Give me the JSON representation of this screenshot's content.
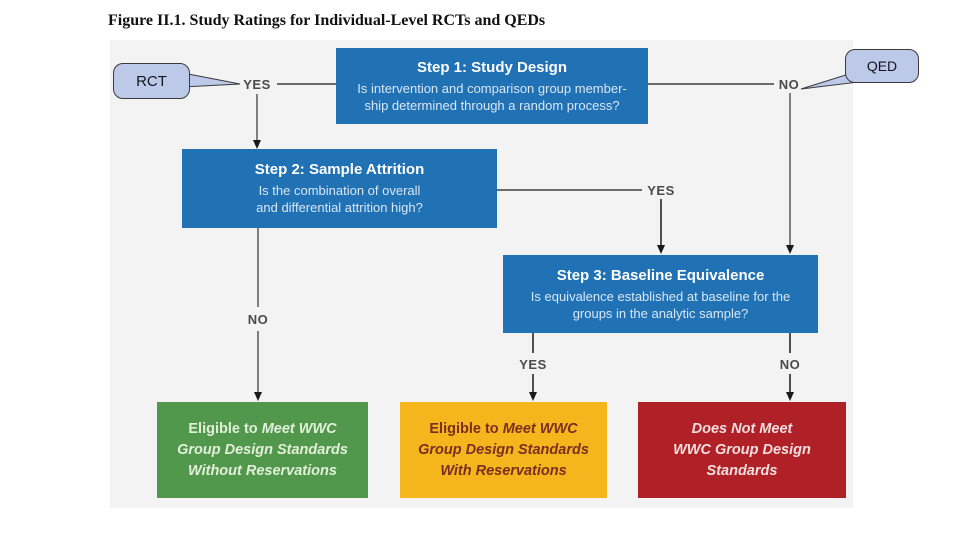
{
  "figure": {
    "title": "Figure II.1. Study Ratings for Individual-Level RCTs and QEDs"
  },
  "callouts": {
    "rct": "RCT",
    "qed": "QED"
  },
  "edge_labels": {
    "step1_yes": "YES",
    "step1_no": "NO",
    "step2_yes": "YES",
    "step2_no": "NO",
    "step3_yes": "YES",
    "step3_no": "NO"
  },
  "steps": [
    {
      "title": "Step 1: Study Design",
      "lines": [
        "Is intervention and comparison group member-",
        "ship determined through a random process?"
      ]
    },
    {
      "title": "Step 2: Sample Attrition",
      "lines": [
        "Is the combination of overall",
        "and differential attrition high?"
      ]
    },
    {
      "title": "Step 3: Baseline Equivalence",
      "lines": [
        "Is equivalence established at baseline for the",
        "groups in the analytic sample?"
      ]
    }
  ],
  "outcomes": {
    "without": {
      "prefix": "Eligible to",
      "line1_italic": "Meet WWC",
      "line2": "Group Design Standards",
      "line3": "Without Reservations"
    },
    "with": {
      "prefix": "Eligible to",
      "line1_italic": "Meet WWC",
      "line2": "Group Design Standards",
      "line3": "With Reservations"
    },
    "does_not": {
      "line1": "Does Not Meet",
      "line2": "WWC Group Design",
      "line3": "Standards"
    }
  },
  "colors": {
    "blue": "#2171B5",
    "green": "#52984C",
    "yellow": "#F5B51C",
    "red": "#B02127",
    "panel": "#F3F3F3",
    "callout_fill": "#BDC9E8",
    "callout_border": "#3A3A3A",
    "line": "#3F3F3F",
    "label": "#4A4A4A",
    "step_body_text": "#D9E7F4",
    "green_text": "#E2EFDA",
    "yellow_text": "#7C2D21",
    "red_text": "#F2DFDF"
  }
}
